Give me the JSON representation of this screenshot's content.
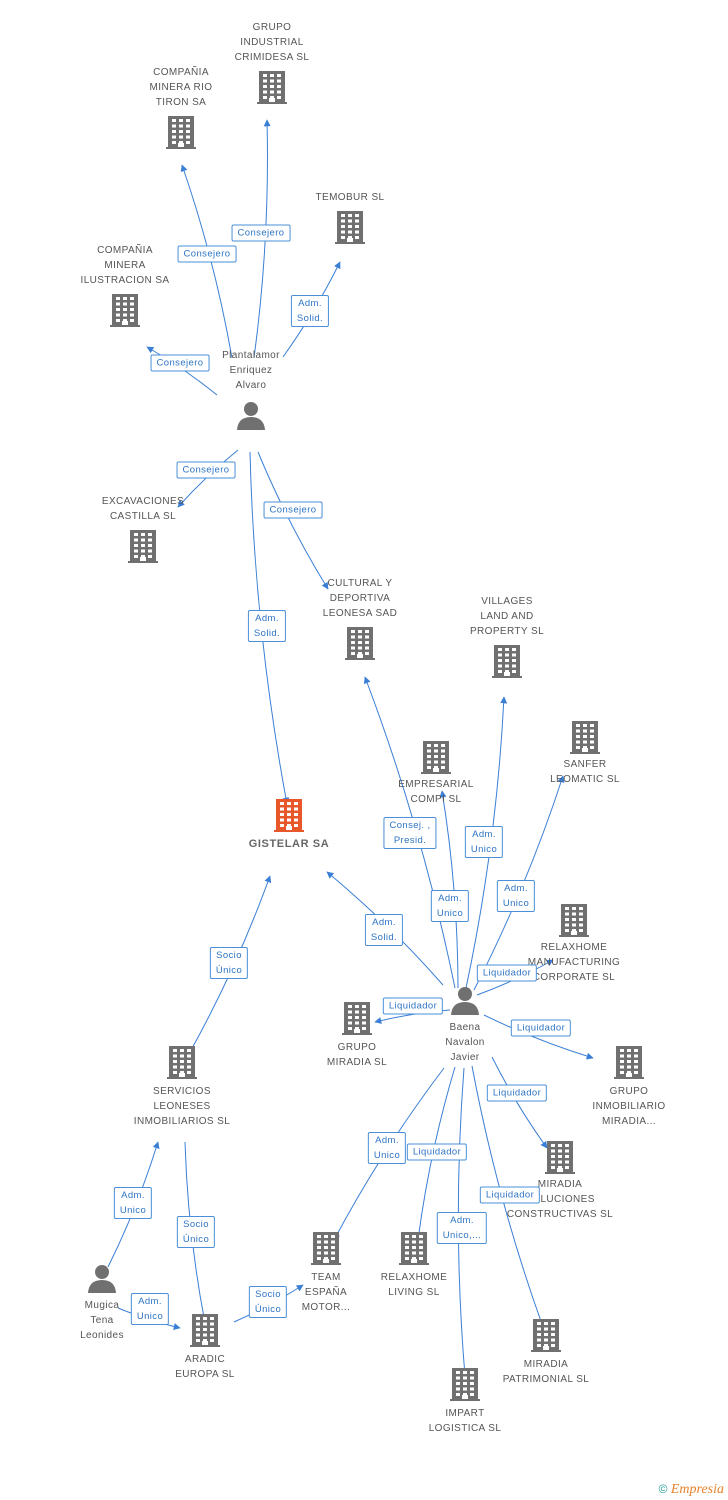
{
  "colors": {
    "edge": "#3a7fd5",
    "building": "#707070",
    "main_building": "#e8572a",
    "person": "#707070"
  },
  "nodes": [
    {
      "id": "gistelar",
      "label": "GISTELAR SA",
      "type": "company-main"
    },
    {
      "id": "plantalamor",
      "label": "Plantalamor\nEnriquez\nAlvaro",
      "type": "person"
    },
    {
      "id": "baena",
      "label": "Baena\nNavalon\nJavier",
      "type": "person"
    },
    {
      "id": "mugica",
      "label": "Mugica\nTena\nLeonides",
      "type": "person"
    },
    {
      "id": "grupo_crimidesa",
      "label": "GRUPO\nINDUSTRIAL\nCRIMIDESA SL",
      "type": "company"
    },
    {
      "id": "minera_rio",
      "label": "COMPAÑIA\nMINERA RIO\nTIRON SA",
      "type": "company"
    },
    {
      "id": "temobur",
      "label": "TEMOBUR SL",
      "type": "company"
    },
    {
      "id": "minera_ilustracion",
      "label": "COMPAÑIA\nMINERA\nILUSTRACION SA",
      "type": "company"
    },
    {
      "id": "excavaciones",
      "label": "EXCAVACIONES\nCASTILLA SL",
      "type": "company"
    },
    {
      "id": "cultural",
      "label": "CULTURAL Y\nDEPORTIVA\nLEONESA SAD",
      "type": "company"
    },
    {
      "id": "villages",
      "label": "VILLAGES\nLAND AND\nPROPERTY SL",
      "type": "company"
    },
    {
      "id": "sanfer",
      "label": "SANFER\nLEOMATIC SL",
      "type": "company"
    },
    {
      "id": "empresarial",
      "label": "EMPRESARIAL\nCOMPI SL",
      "type": "company"
    },
    {
      "id": "relaxhome_mfg",
      "label": "RELAXHOME\nMANUFACTURING\nCORPORATE SL",
      "type": "company"
    },
    {
      "id": "grupo_miradia",
      "label": "GRUPO\nMIRADIA SL",
      "type": "company"
    },
    {
      "id": "grupo_inmob_miradia",
      "label": "GRUPO\nINMOBILIARIO\nMIRADIA...",
      "type": "company"
    },
    {
      "id": "miradia_sol",
      "label": "MIRADIA\nSOLUCIONES\nCONSTRUCTIVAS SL",
      "type": "company"
    },
    {
      "id": "servicios",
      "label": "SERVICIOS\nLEONESES\nINMOBILIARIOS SL",
      "type": "company"
    },
    {
      "id": "team",
      "label": "TEAM\nESPAÑA\nMOTOR...",
      "type": "company"
    },
    {
      "id": "relaxhome_living",
      "label": "RELAXHOME\nLIVING SL",
      "type": "company"
    },
    {
      "id": "miradia_patrimonial",
      "label": "MIRADIA\nPATRIMONIAL SL",
      "type": "company"
    },
    {
      "id": "aradic",
      "label": "ARADIC\nEUROPA SL",
      "type": "company"
    },
    {
      "id": "impart",
      "label": "IMPART\nLOGISTICA SL",
      "type": "company"
    }
  ],
  "edges": [
    {
      "from": "plantalamor",
      "to": "minera_rio",
      "label": "Consejero"
    },
    {
      "from": "plantalamor",
      "to": "grupo_crimidesa",
      "label": "Consejero"
    },
    {
      "from": "plantalamor",
      "to": "temobur",
      "label": "Adm.\nSolid."
    },
    {
      "from": "plantalamor",
      "to": "minera_ilustracion",
      "label": "Consejero"
    },
    {
      "from": "plantalamor",
      "to": "excavaciones",
      "label": "Consejero"
    },
    {
      "from": "plantalamor",
      "to": "cultural",
      "label": "Consejero"
    },
    {
      "from": "plantalamor",
      "to": "gistelar",
      "label": "Adm.\nSolid."
    },
    {
      "from": "baena",
      "to": "cultural",
      "label": "Consej. ,\nPresid."
    },
    {
      "from": "baena",
      "to": "empresarial",
      "label": "Adm.\nUnico"
    },
    {
      "from": "baena",
      "to": "villages",
      "label": "Adm.\nUnico"
    },
    {
      "from": "baena",
      "to": "sanfer",
      "label": "Adm.\nUnico"
    },
    {
      "from": "baena",
      "to": "gistelar",
      "label": "Adm.\nSolid."
    },
    {
      "from": "baena",
      "to": "relaxhome_mfg",
      "label": "Liquidador"
    },
    {
      "from": "baena",
      "to": "grupo_miradia",
      "label": "Liquidador"
    },
    {
      "from": "baena",
      "to": "grupo_inmob_miradia",
      "label": "Liquidador"
    },
    {
      "from": "baena",
      "to": "miradia_sol",
      "label": "Liquidador"
    },
    {
      "from": "baena",
      "to": "team",
      "label": "Adm.\nUnico"
    },
    {
      "from": "baena",
      "to": "relaxhome_living",
      "label": "Liquidador"
    },
    {
      "from": "baena",
      "to": "impart",
      "label": "Adm.\nUnico,..."
    },
    {
      "from": "baena",
      "to": "miradia_patrimonial",
      "label": "Liquidador"
    },
    {
      "from": "servicios",
      "to": "gistelar",
      "label": "Socio\nÚnico"
    },
    {
      "from": "mugica",
      "to": "servicios",
      "label": "Adm.\nUnico"
    },
    {
      "from": "servicios",
      "to": "aradic",
      "label": "Socio\nÚnico"
    },
    {
      "from": "mugica",
      "to": "aradic",
      "label": "Adm.\nUnico"
    },
    {
      "from": "aradic",
      "to": "team",
      "label": "Socio\nÚnico"
    }
  ],
  "footer": {
    "copyright": "©",
    "brand": "Empresia"
  }
}
